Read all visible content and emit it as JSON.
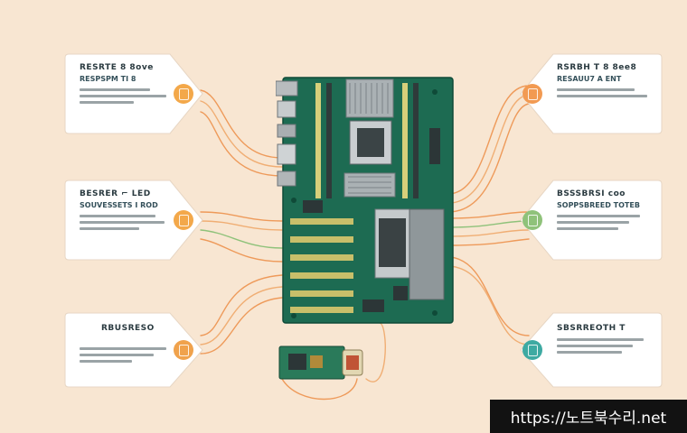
{
  "callouts": [
    {
      "title": "RESRTE 8 8ove",
      "subtitle": "RESPSPM TI 8",
      "badge_color": "#f3a84a",
      "badge_icon": "circuit-icon"
    },
    {
      "title": "BESRER ⌐ LED",
      "subtitle": "SOUVESSETS I ROD",
      "badge_color": "#f3a84a",
      "badge_icon": "circuit-icon"
    },
    {
      "title": "RBUSRESO",
      "subtitle": "",
      "badge_color": "#f0a24c",
      "badge_icon": "circuit-icon"
    },
    {
      "title": "RSRBH T 8 8ee8",
      "subtitle": "RESAUU7 A ENT",
      "badge_color": "#f29a52",
      "badge_icon": "circuit-icon"
    },
    {
      "title": "BSSSBRSI coo",
      "subtitle": "SOPPSBREED TOTEB",
      "badge_color": "#8fc27a",
      "badge_icon": "memory-icon"
    },
    {
      "title": "SBSRREOTH T",
      "subtitle": "",
      "badge_color": "#3eaaa2",
      "badge_icon": "chip-icon"
    }
  ],
  "watermark": "https://노트북수리.net",
  "colors": {
    "background": "#f8e6d2",
    "board": "#1d6b52",
    "wire_orange": "#ee9a5a",
    "wire_green": "#8fc27a"
  }
}
